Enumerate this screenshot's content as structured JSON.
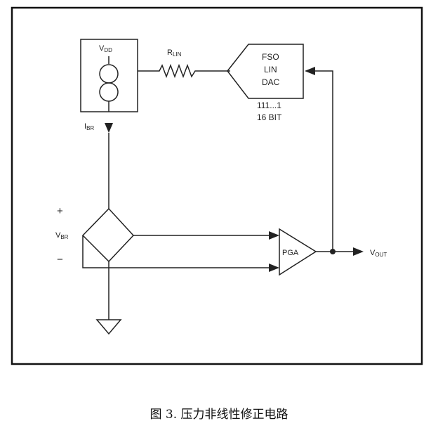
{
  "labels": {
    "vdd_main": "V",
    "vdd_sub": "DD",
    "rlin_main": "R",
    "rlin_sub": "LIN",
    "dac_line1": "FSO",
    "dac_line2": "LIN",
    "dac_line3": "DAC",
    "dac_code": "111...1",
    "dac_bits": "16 BIT",
    "ibr_main": "I",
    "ibr_sub": "BR",
    "plus": "+",
    "vbr_main": "V",
    "vbr_sub": "BR",
    "minus": "−",
    "pga": "PGA",
    "vout_main": "V",
    "vout_sub": "OUT"
  },
  "caption": "图 3. 压力非线性修正电路"
}
